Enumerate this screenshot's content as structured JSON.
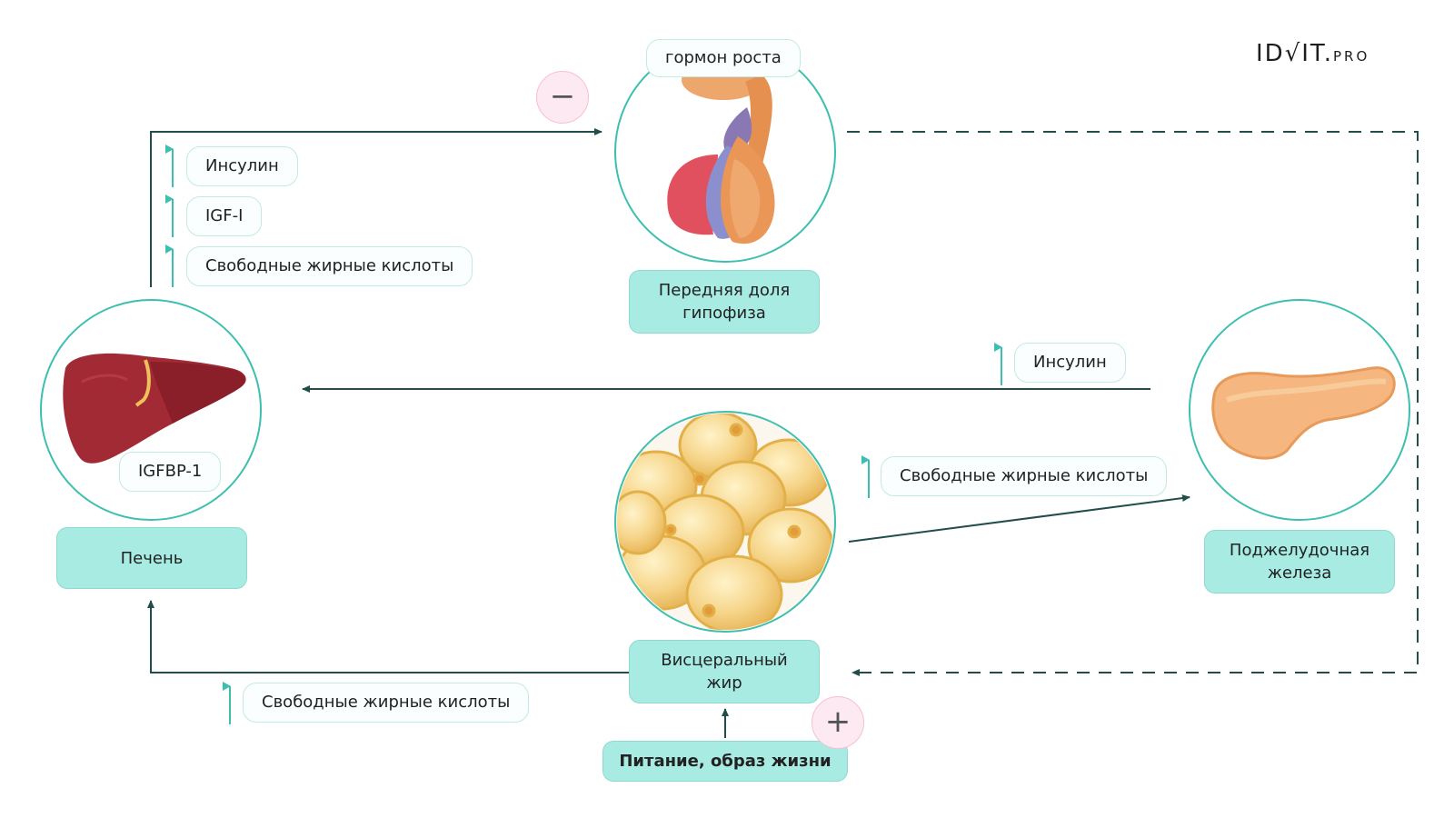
{
  "logo": {
    "main": "ID√IT.",
    "suffix": "PRO"
  },
  "organs": {
    "pituitary": {
      "label": "Передняя доля\nгипофиза",
      "hormone": "гормон роста"
    },
    "liver": {
      "label": "Печень",
      "marker": "IGFBP-1"
    },
    "visceral_fat": {
      "label": "Висцеральный\nжир"
    },
    "pancreas": {
      "label": "Поджелудочная\nжелеза"
    },
    "lifestyle": {
      "label": "Питание, образ жизни"
    }
  },
  "signals": {
    "liver_up": [
      "Инсулин",
      "IGF-I",
      "Свободные жирные кислоты"
    ],
    "pancreas_to_liver": "Инсулин",
    "fat_to_pancreas": "Свободные жирные кислоты",
    "fat_to_liver": "Свободные жирные кислоты"
  },
  "badges": {
    "inhibit": "−",
    "stimulate": "+"
  },
  "colors": {
    "teal_label": "#a7ebe3",
    "circle_border": "#3dbfb0",
    "arrow_dark": "#1f4e4b",
    "arrow_up": "#3dbfb0",
    "badge_bg": "#fde9f1"
  }
}
